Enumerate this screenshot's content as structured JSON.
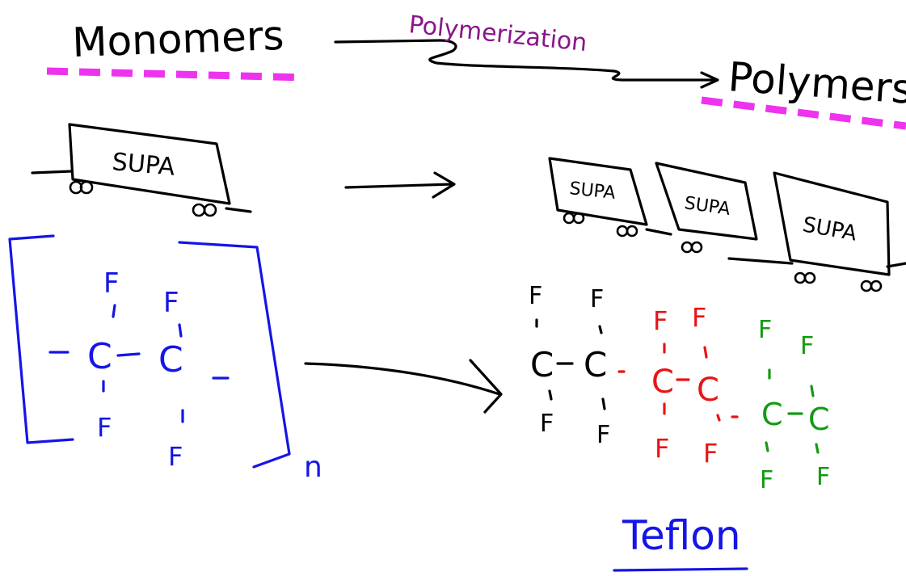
{
  "labels": {
    "monomers": "Monomers",
    "polymerization": "Polymerization",
    "polymers": "Polymers",
    "supa": "SUPA",
    "teflon": "Teflon",
    "subscript_n": "n"
  },
  "atoms": {
    "fluorine": "F",
    "carbon": "C"
  },
  "colors": {
    "ink": "#000000",
    "monomer_structure": "#1515e6",
    "polymer_unit_2": "#e81414",
    "polymer_unit_3": "#149a14",
    "polymerization_label": "#8a158a",
    "underline_dashes": "#ee33ee"
  }
}
